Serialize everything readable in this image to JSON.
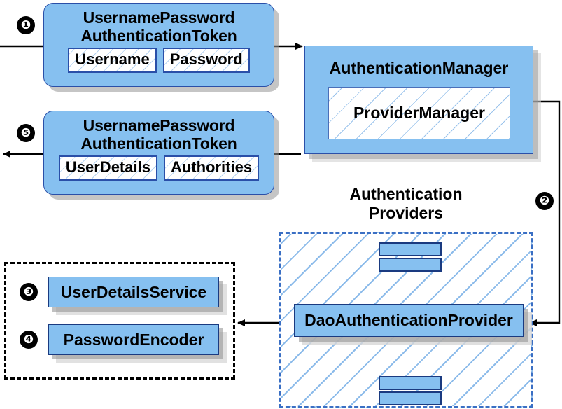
{
  "diagram": {
    "title": "Spring Security username/password authentication flow",
    "accent_blue": "#86c0f0",
    "border_blue": "#2a4fa8",
    "dashed_blue": "#3a6fc4",
    "shadow_gray": "#969696"
  },
  "steps": [
    {
      "id": "step-1",
      "label": "❶"
    },
    {
      "id": "step-2",
      "label": "❷"
    },
    {
      "id": "step-3",
      "label": "❸"
    },
    {
      "id": "step-4",
      "label": "❹"
    },
    {
      "id": "step-5",
      "label": "❺"
    }
  ],
  "request_token": {
    "title_line1": "UsernamePassword",
    "title_line2": "AuthenticationToken",
    "fields": [
      {
        "name": "username-field",
        "label": "Username"
      },
      {
        "name": "password-field",
        "label": "Password"
      }
    ]
  },
  "response_token": {
    "title_line1": "UsernamePassword",
    "title_line2": "AuthenticationToken",
    "fields": [
      {
        "name": "userdetails-field",
        "label": "UserDetails"
      },
      {
        "name": "authorities-field",
        "label": "Authorities"
      }
    ]
  },
  "authentication_manager": {
    "title": "AuthenticationManager",
    "inner": "ProviderManager"
  },
  "providers_group": {
    "caption_line1": "Authentication",
    "caption_line2": "Providers",
    "main_provider": "DaoAuthenticationProvider",
    "other_providers_top": [
      "",
      ""
    ],
    "other_providers_bottom": [
      "",
      ""
    ]
  },
  "services_group": {
    "items": [
      {
        "name": "userdetailsservice-box",
        "label": "UserDetailsService"
      },
      {
        "name": "passwordencoder-box",
        "label": "PasswordEncoder"
      }
    ]
  }
}
